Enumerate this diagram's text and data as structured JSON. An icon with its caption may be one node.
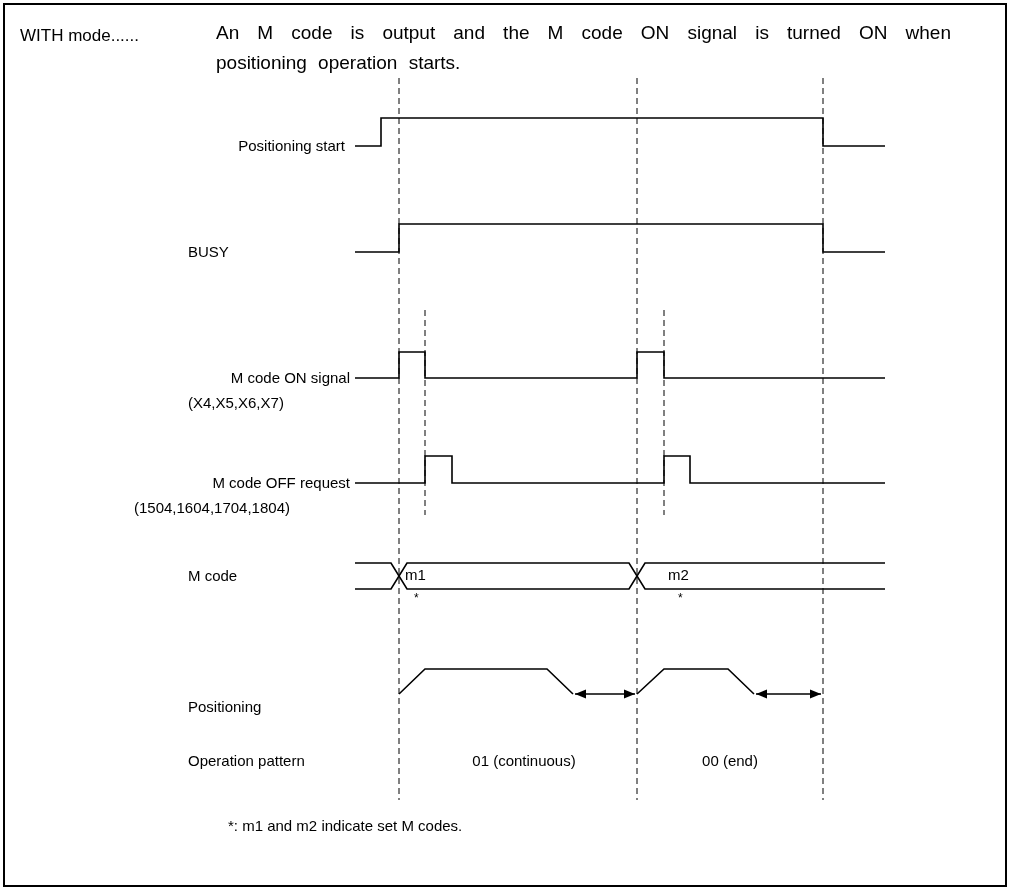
{
  "diagram": {
    "labels": [
      "WITH mode......",
      "An M code is output and the M code ON signal is turned ON when positioning operation starts.",
      "Positioning start",
      "BUSY",
      "M code ON signal",
      "(X4,X5,X6,X7)",
      "M code OFF request",
      "(1504,1604,1704,1804)",
      "M code",
      "m1",
      "*",
      "m2",
      "*",
      "Positioning",
      "Operation pattern",
      "01 (continuous)",
      "00 (end)",
      "*: m1 and m2 indicate set M codes."
    ]
  }
}
